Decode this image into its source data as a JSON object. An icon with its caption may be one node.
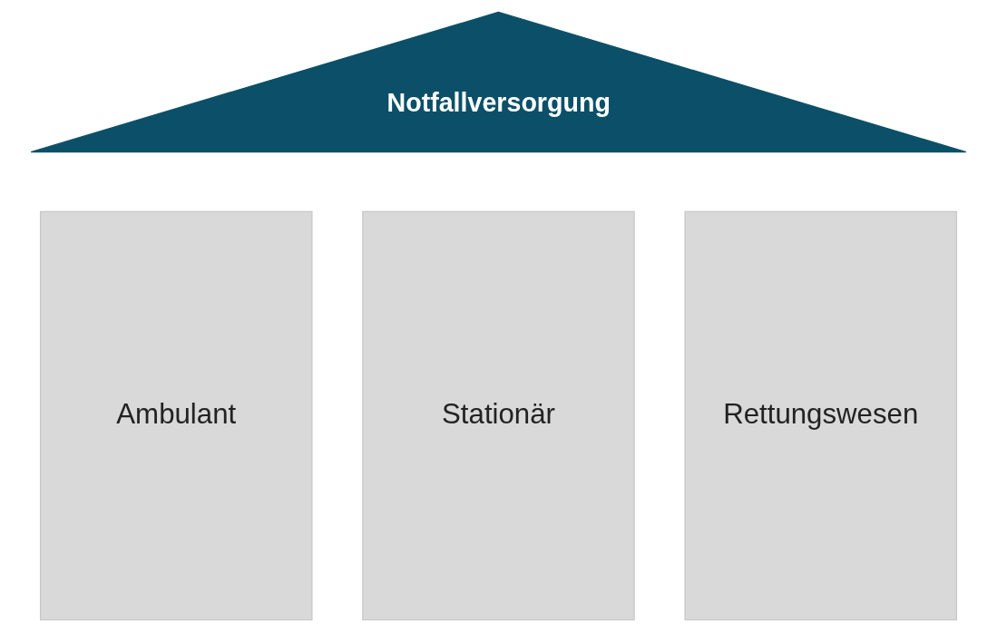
{
  "diagram": {
    "nodes": [
      {
        "text": [
          "Notfallversorgung"
        ]
      },
      {
        "text": [
          "Ambulant"
        ]
      },
      {
        "text": [
          "Stationär"
        ]
      },
      {
        "text": [
          "Rettungswesen"
        ]
      }
    ]
  }
}
